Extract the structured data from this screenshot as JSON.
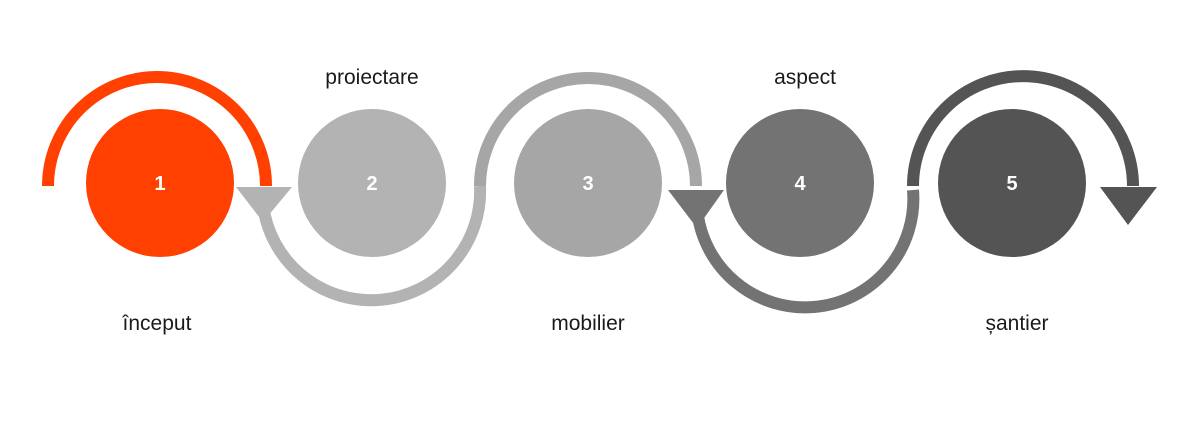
{
  "steps": [
    {
      "number": "1",
      "label": "început",
      "color": "#ff4000"
    },
    {
      "number": "2",
      "label": "proiectare",
      "color": "#b3b3b3"
    },
    {
      "number": "3",
      "label": "mobilier",
      "color": "#a6a6a6"
    },
    {
      "number": "4",
      "label": "aspect",
      "color": "#737373"
    },
    {
      "number": "5",
      "label": "șantier",
      "color": "#545454"
    }
  ]
}
